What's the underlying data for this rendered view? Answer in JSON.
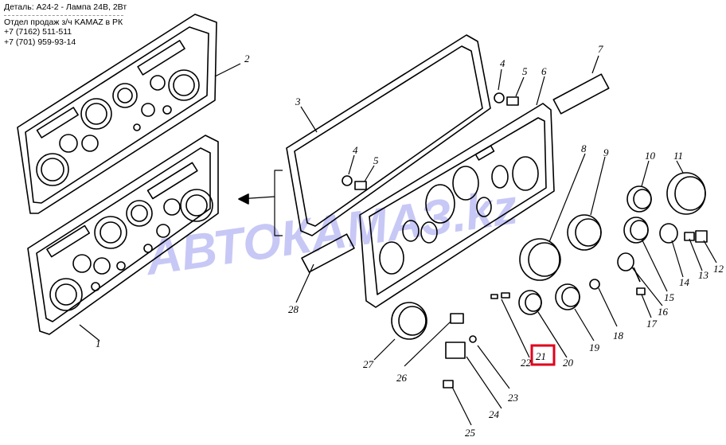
{
  "header": {
    "detail": "Деталь: А24-2 - Лампа 24В, 2Вт",
    "dept": "Отдел продаж з/ч KAMAZ в РК",
    "phone1": "+7 (7162) 511-511",
    "phone2": "+7 (701) 959-93-14"
  },
  "watermark": "АВТОКАМАЗ.kz",
  "highlight_color": "#e0001b",
  "callouts": {
    "c1": "1",
    "c2": "2",
    "c3": "3",
    "c4a": "4",
    "c4b": "4",
    "c5a": "5",
    "c5b": "5",
    "c6": "6",
    "c7": "7",
    "c8": "8",
    "c9": "9",
    "c10": "10",
    "c11": "11",
    "c12": "12",
    "c13": "13",
    "c14": "14",
    "c15": "15",
    "c16": "16",
    "c17": "17",
    "c18": "18",
    "c19": "19",
    "c20": "20",
    "c21": "21",
    "c22": "22",
    "c23": "23",
    "c24": "24",
    "c25": "25",
    "c26": "26",
    "c27": "27",
    "c28": "28"
  }
}
